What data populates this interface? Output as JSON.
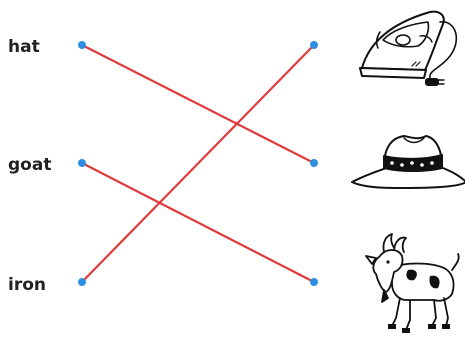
{
  "words": [
    "hat",
    "goat",
    "iron"
  ],
  "pictures": [
    "iron",
    "hat",
    "goat"
  ],
  "matches": [
    {
      "word": "hat",
      "picture": "hat"
    },
    {
      "word": "goat",
      "picture": "goat"
    },
    {
      "word": "iron",
      "picture": "iron"
    }
  ],
  "colors": {
    "line": "#e03b3b",
    "dot": "#2d8fe0",
    "ink": "#111111"
  }
}
